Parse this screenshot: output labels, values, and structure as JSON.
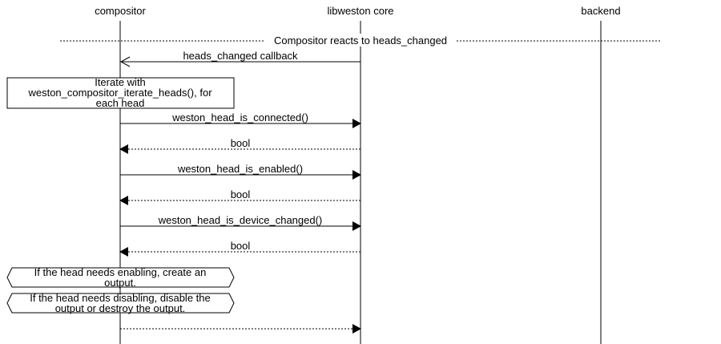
{
  "diagram": {
    "participants": [
      {
        "id": "compositor",
        "label": "compositor"
      },
      {
        "id": "core",
        "label": "libweston core"
      },
      {
        "id": "backend",
        "label": "backend"
      }
    ],
    "separator": {
      "label": "Compositor reacts to heads_changed"
    },
    "messages": [
      {
        "from": "core",
        "to": "compositor",
        "label": "heads_changed callback",
        "style": "solid",
        "arrow": "open"
      },
      {
        "from": "compositor",
        "to": "core",
        "label": "weston_head_is_connected()",
        "style": "solid",
        "arrow": "filled"
      },
      {
        "from": "core",
        "to": "compositor",
        "label": "bool",
        "style": "dotted",
        "arrow": "filled"
      },
      {
        "from": "compositor",
        "to": "core",
        "label": "weston_head_is_enabled()",
        "style": "solid",
        "arrow": "filled"
      },
      {
        "from": "core",
        "to": "compositor",
        "label": "bool",
        "style": "dotted",
        "arrow": "filled"
      },
      {
        "from": "compositor",
        "to": "core",
        "label": "weston_head_is_device_changed()",
        "style": "solid",
        "arrow": "filled"
      },
      {
        "from": "core",
        "to": "compositor",
        "label": "bool",
        "style": "dotted",
        "arrow": "filled"
      },
      {
        "from": "compositor",
        "to": "core",
        "label": "",
        "style": "dotted",
        "arrow": "filled"
      }
    ],
    "loop_box": {
      "lines": [
        "Iterate with",
        "weston_compositor_iterate_heads(), for",
        "each head"
      ]
    },
    "notes": [
      {
        "lines": [
          "If the head needs enabling, create an",
          "output."
        ]
      },
      {
        "lines": [
          "If the head needs disabling, disable the",
          "output or destroy the output."
        ]
      }
    ]
  }
}
